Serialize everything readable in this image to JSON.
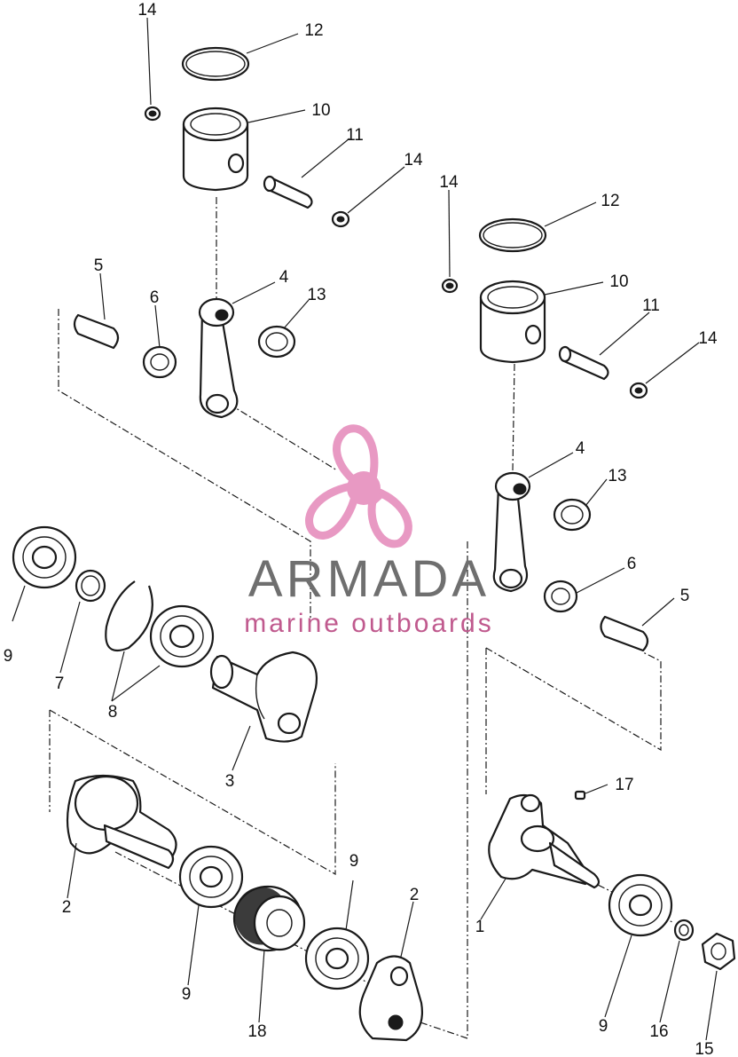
{
  "brand": {
    "name": "ARMADA",
    "tagline": "marine outboards",
    "colors": {
      "accent": "#e899c3",
      "accent_dark": "#c05a8e",
      "name": "#6f6f6f"
    }
  },
  "callouts": [
    {
      "id": "c-14a",
      "text": "14"
    },
    {
      "id": "c-12a",
      "text": "12"
    },
    {
      "id": "c-10a",
      "text": "10"
    },
    {
      "id": "c-11a",
      "text": "11"
    },
    {
      "id": "c-14b",
      "text": "14"
    },
    {
      "id": "c-5a",
      "text": "5"
    },
    {
      "id": "c-6a",
      "text": "6"
    },
    {
      "id": "c-4a",
      "text": "4"
    },
    {
      "id": "c-13a",
      "text": "13"
    },
    {
      "id": "c-14c",
      "text": "14"
    },
    {
      "id": "c-12b",
      "text": "12"
    },
    {
      "id": "c-10b",
      "text": "10"
    },
    {
      "id": "c-11b",
      "text": "11"
    },
    {
      "id": "c-14d",
      "text": "14"
    },
    {
      "id": "c-4b",
      "text": "4"
    },
    {
      "id": "c-13b",
      "text": "13"
    },
    {
      "id": "c-6b",
      "text": "6"
    },
    {
      "id": "c-5b",
      "text": "5"
    },
    {
      "id": "c-9a",
      "text": "9"
    },
    {
      "id": "c-7",
      "text": "7"
    },
    {
      "id": "c-8",
      "text": "8"
    },
    {
      "id": "c-3",
      "text": "3"
    },
    {
      "id": "c-17",
      "text": "17"
    },
    {
      "id": "c-2a",
      "text": "2"
    },
    {
      "id": "c-9b",
      "text": "9"
    },
    {
      "id": "c-9c",
      "text": "9"
    },
    {
      "id": "c-2b",
      "text": "2"
    },
    {
      "id": "c-1",
      "text": "1"
    },
    {
      "id": "c-9d",
      "text": "9"
    },
    {
      "id": "c-18",
      "text": "18"
    },
    {
      "id": "c-16",
      "text": "16"
    },
    {
      "id": "c-15",
      "text": "15"
    }
  ]
}
